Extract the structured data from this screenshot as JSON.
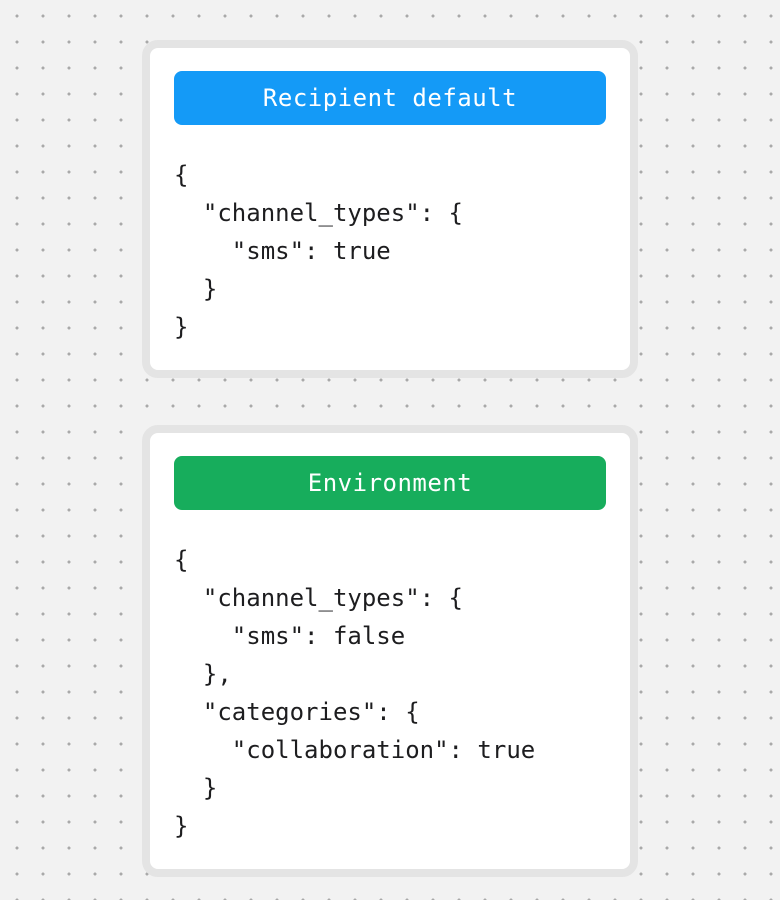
{
  "canvas": {
    "background_color": "#f2f2f2",
    "dot_color": "#a9a9a9",
    "card_border_color": "#e4e4e4",
    "card_background_color": "#ffffff",
    "code_text_color": "#1d1d1f"
  },
  "cards": [
    {
      "label": "Recipient default",
      "accent_color": "#149af7",
      "code_lines": [
        "{",
        "  \"channel_types\": {",
        "    \"sms\": true",
        "  }",
        "}"
      ]
    },
    {
      "label": "Environment",
      "accent_color": "#17ad5c",
      "code_lines": [
        "{",
        "  \"channel_types\": {",
        "    \"sms\": false",
        "  },",
        "  \"categories\": {",
        "    \"collaboration\": true",
        "  }",
        "}"
      ]
    }
  ]
}
